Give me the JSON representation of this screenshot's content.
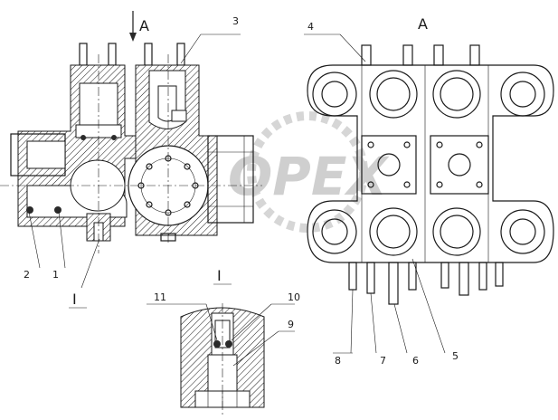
{
  "view_labels": {
    "top_left_A": "A",
    "top_right_A": "A",
    "section_left": "I",
    "section_detail": "I"
  },
  "callouts": {
    "c1": "1",
    "c2": "2",
    "c3": "3",
    "c4": "4",
    "c5": "5",
    "c6": "6",
    "c7": "7",
    "c8": "8",
    "c9": "9",
    "c10": "10",
    "c11": "11"
  },
  "watermark": {
    "text": "OPEX",
    "color": "#c8c8c8"
  },
  "colors": {
    "line": "#1a1a1a",
    "background": "#ffffff"
  }
}
